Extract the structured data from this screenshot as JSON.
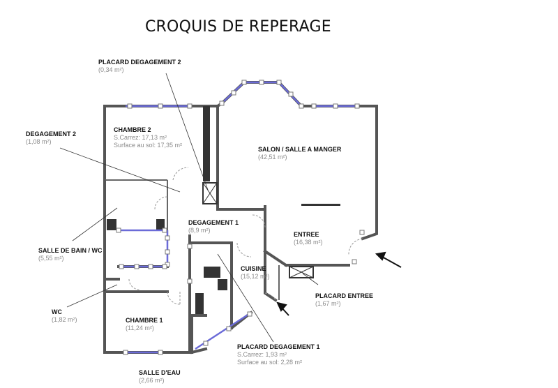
{
  "title": "CROQUIS DE REPERAGE",
  "rooms": {
    "placard_degagement_2": {
      "name": "PLACARD DEGAGEMENT 2",
      "area": "(0,34 m²)"
    },
    "chambre_2": {
      "name": "CHAMBRE 2",
      "line1": "S.Carrez: 17,13 m²",
      "line2": "Surface au sol: 17,35 m²"
    },
    "degagement_2": {
      "name": "DEGAGEMENT 2",
      "area": "(1,08 m²)"
    },
    "salon": {
      "name": "SALON / SALLE A MANGER",
      "area": "(42,51 m²)"
    },
    "degagement_1": {
      "name": "DEGAGEMENT 1",
      "area": "(8,9 m²)"
    },
    "entree": {
      "name": "ENTREE",
      "area": "(16,38 m²)"
    },
    "salle_de_bain": {
      "name": "SALLE DE BAIN / WC",
      "area": "(5,55 m²)"
    },
    "cuisine": {
      "name": "CUISINE",
      "area": "(15,12 m²)"
    },
    "placard_entree": {
      "name": "PLACARD ENTREE",
      "area": "(1,67 m²)"
    },
    "wc": {
      "name": "WC",
      "area": "(1,82 m²)"
    },
    "chambre_1": {
      "name": "CHAMBRE 1",
      "area": "(11,24 m²)"
    },
    "placard_degagement_1": {
      "name": "PLACARD DEGAGEMENT 1",
      "line1": "S.Carrez: 1,93 m²",
      "line2": "Surface au sol: 2,28 m²"
    },
    "salle_d_eau": {
      "name": "SALLE D'EAU",
      "area": "(2,66 m²)"
    }
  },
  "colors": {
    "wall": "#555555",
    "window": "#6b6bd8",
    "label": "#111111",
    "area": "#8a8a8a"
  }
}
